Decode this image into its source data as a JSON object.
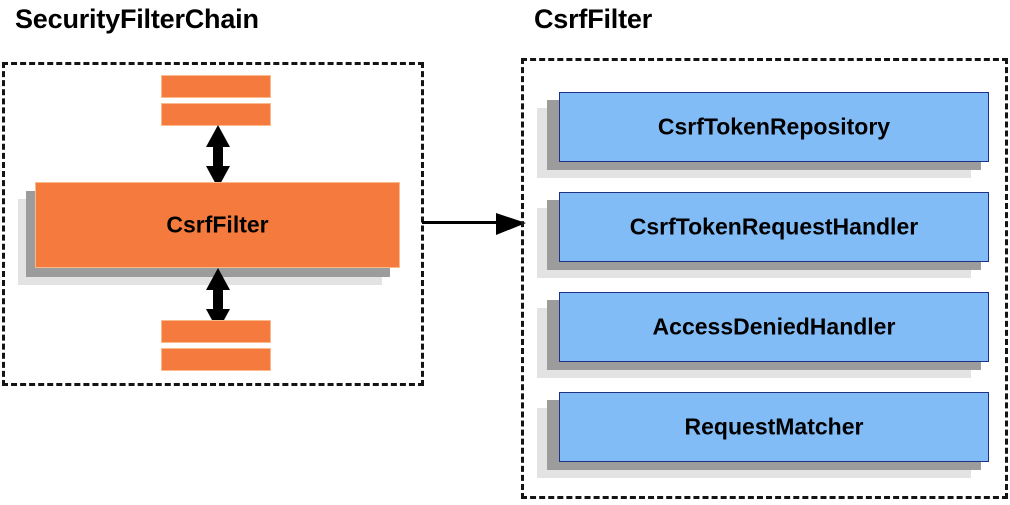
{
  "diagram": {
    "background": "#ffffff",
    "panels": [
      {
        "id": "securityfilterchain",
        "title": "SecurityFilterChain",
        "border_style": "dashed",
        "border_color": "#141414"
      },
      {
        "id": "csrffilter",
        "title": "CsrfFilter",
        "border_style": "dashed",
        "border_color": "#141414"
      }
    ],
    "left_panel": {
      "filter_bars_top": [
        "",
        ""
      ],
      "main_node": {
        "label": "CsrfFilter",
        "fill": "#f47b3d",
        "border": "#fbb98e",
        "shadow_dark": "#9c9c9c",
        "shadow_light": "#e3e3e3"
      },
      "filter_bars_bottom": [
        "",
        ""
      ],
      "arrow_top": {
        "type": "double-headed-vertical",
        "color": "#000000"
      },
      "arrow_bottom": {
        "type": "double-headed-vertical",
        "color": "#000000"
      }
    },
    "connector": {
      "type": "single-headed-horizontal",
      "color": "#000000",
      "from": "SecurityFilterChain",
      "to": "CsrfFilter"
    },
    "right_panel": {
      "collaborators": [
        {
          "label": "CsrfTokenRepository"
        },
        {
          "label": "CsrfTokenRequestHandler"
        },
        {
          "label": "AccessDeniedHandler"
        },
        {
          "label": "RequestMatcher"
        }
      ],
      "node_fill": "#82bcf7",
      "node_border": "#1f3286",
      "shadow_dark": "#9c9c9c",
      "shadow_light": "#e3e3e3"
    }
  }
}
